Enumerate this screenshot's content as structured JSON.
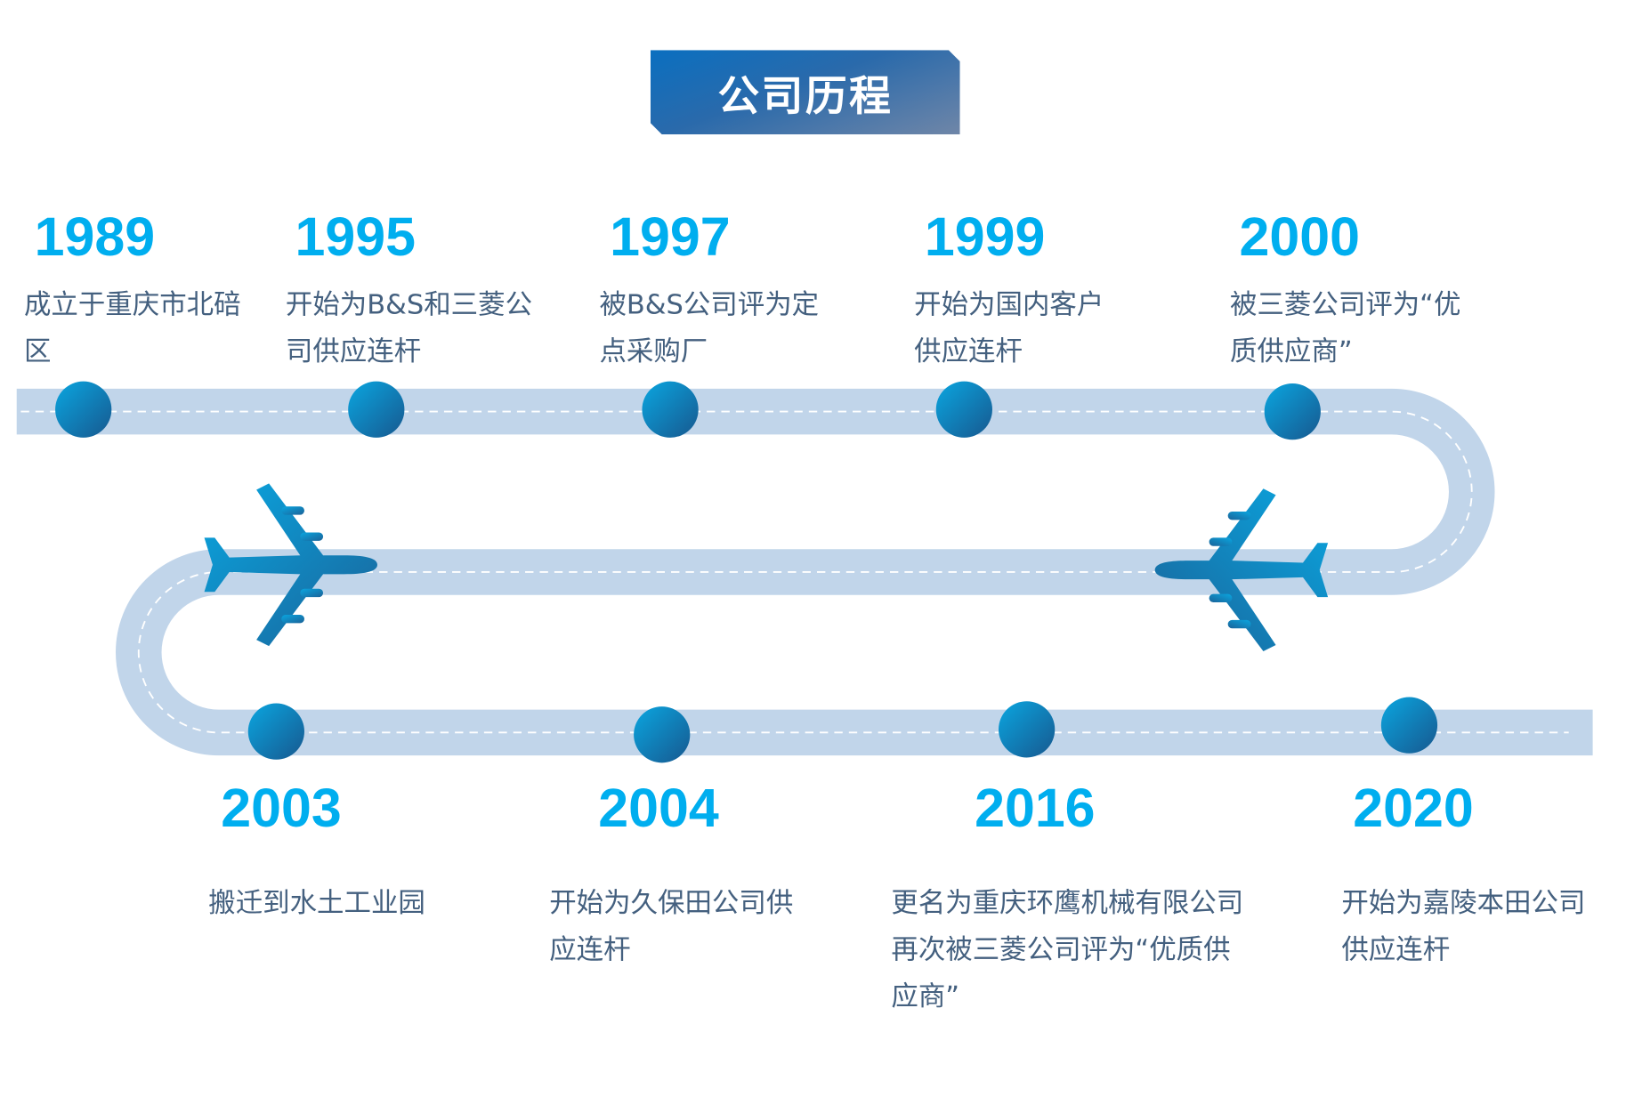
{
  "title": "公司历程",
  "colors": {
    "year": "#00aeef",
    "road": "#c1d5ea",
    "text": "#44607f",
    "dot": "#0a72b5",
    "plane": "#0d8ecb"
  },
  "top_events": [
    {
      "year": "1989",
      "lines": [
        "成立于重庆市北碚",
        "区"
      ]
    },
    {
      "year": "1995",
      "lines": [
        "开始为B&S和三菱公",
        "司供应连杆"
      ]
    },
    {
      "year": "1997",
      "lines": [
        "被B&S公司评为定",
        "点采购厂"
      ]
    },
    {
      "year": "1999",
      "lines": [
        "开始为国内客户",
        "供应连杆"
      ]
    },
    {
      "year": "2000",
      "lines": [
        "被三菱公司评为“优",
        "质供应商”"
      ]
    }
  ],
  "bottom_events": [
    {
      "year": "2003",
      "lines": [
        "搬迁到水土工业园"
      ]
    },
    {
      "year": "2004",
      "lines": [
        "开始为久保田公司供",
        "应连杆"
      ]
    },
    {
      "year": "2016",
      "lines": [
        "更名为重庆环鹰机械有限公司",
        "再次被三菱公司评为“优质供",
        "应商”"
      ]
    },
    {
      "year": "2020",
      "lines": [
        "开始为嘉陵本田公司",
        "供应连杆"
      ]
    }
  ]
}
